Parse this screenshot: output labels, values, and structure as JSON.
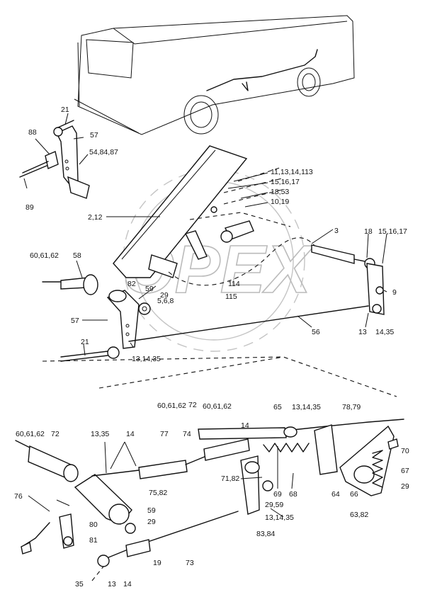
{
  "watermark": {
    "text": "OPEX"
  },
  "labels": [
    {
      "id": "l-21a",
      "text": "21"
    },
    {
      "id": "l-88",
      "text": "88"
    },
    {
      "id": "l-57a",
      "text": "57"
    },
    {
      "id": "l-548487",
      "text": "54,84,87"
    },
    {
      "id": "l-89",
      "text": "89"
    },
    {
      "id": "l-111314113",
      "text": "11,13,14,113"
    },
    {
      "id": "l-151617a",
      "text": "15,16,17"
    },
    {
      "id": "l-1853",
      "text": "18,53"
    },
    {
      "id": "l-1019",
      "text": "10,19"
    },
    {
      "id": "l-212",
      "text": "2,12"
    },
    {
      "id": "l-3",
      "text": "3"
    },
    {
      "id": "l-18",
      "text": "18"
    },
    {
      "id": "l-151617b",
      "text": "15,16,17"
    },
    {
      "id": "l-606162a",
      "text": "60,61,62"
    },
    {
      "id": "l-58",
      "text": "58"
    },
    {
      "id": "l-82",
      "text": "82"
    },
    {
      "id": "l-59a",
      "text": "59"
    },
    {
      "id": "l-29a",
      "text": "29"
    },
    {
      "id": "l-114",
      "text": "114"
    },
    {
      "id": "l-9",
      "text": "9"
    },
    {
      "id": "l-568",
      "text": "5,6,8"
    },
    {
      "id": "l-115",
      "text": "115"
    },
    {
      "id": "l-57b",
      "text": "57"
    },
    {
      "id": "l-56",
      "text": "56"
    },
    {
      "id": "l-13a",
      "text": "13"
    },
    {
      "id": "l-1435",
      "text": "14,35"
    },
    {
      "id": "l-21b",
      "text": "21"
    },
    {
      "id": "l-131435a",
      "text": "13,14,35"
    },
    {
      "id": "l-606162b",
      "text": "60,61,62"
    },
    {
      "id": "l-72a",
      "text": "72"
    },
    {
      "id": "l-606162c",
      "text": "60,61,62"
    },
    {
      "id": "l-65",
      "text": "65"
    },
    {
      "id": "l-131435b",
      "text": "13,14,35"
    },
    {
      "id": "l-7879",
      "text": "78,79"
    },
    {
      "id": "l-606162d",
      "text": "60,61,62"
    },
    {
      "id": "l-72b",
      "text": "72"
    },
    {
      "id": "l-1335",
      "text": "13,35"
    },
    {
      "id": "l-14a",
      "text": "14"
    },
    {
      "id": "l-77",
      "text": "77"
    },
    {
      "id": "l-74",
      "text": "74"
    },
    {
      "id": "l-14b",
      "text": "14"
    },
    {
      "id": "l-70",
      "text": "70"
    },
    {
      "id": "l-67",
      "text": "67"
    },
    {
      "id": "l-7182",
      "text": "71,82"
    },
    {
      "id": "l-7582",
      "text": "75,82"
    },
    {
      "id": "l-69",
      "text": "69"
    },
    {
      "id": "l-68",
      "text": "68"
    },
    {
      "id": "l-64",
      "text": "64"
    },
    {
      "id": "l-66",
      "text": "66"
    },
    {
      "id": "l-29b",
      "text": "29"
    },
    {
      "id": "l-2959",
      "text": "29,59"
    },
    {
      "id": "l-76",
      "text": "76"
    },
    {
      "id": "l-59b",
      "text": "59"
    },
    {
      "id": "l-29c",
      "text": "29"
    },
    {
      "id": "l-131435c",
      "text": "13,14,35"
    },
    {
      "id": "l-6382",
      "text": "63,82"
    },
    {
      "id": "l-80",
      "text": "80"
    },
    {
      "id": "l-8384",
      "text": "83,84"
    },
    {
      "id": "l-81",
      "text": "81"
    },
    {
      "id": "l-73",
      "text": "73"
    },
    {
      "id": "l-19",
      "text": "19"
    },
    {
      "id": "l-35",
      "text": "35"
    },
    {
      "id": "l-13b",
      "text": "13"
    },
    {
      "id": "l-14c",
      "text": "14"
    }
  ]
}
